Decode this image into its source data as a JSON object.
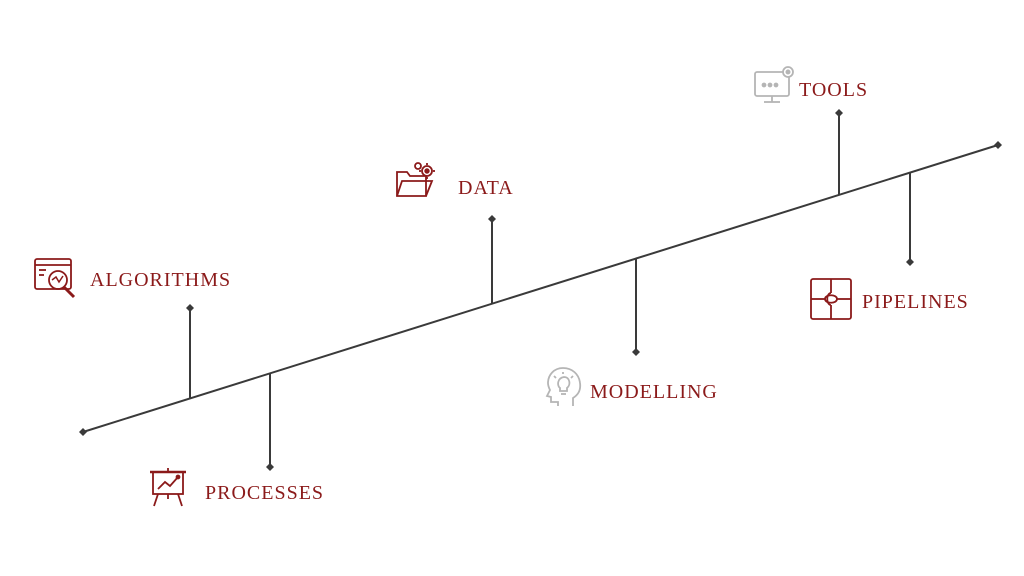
{
  "colors": {
    "accent": "#8b1a1a",
    "line": "#3a3a3a",
    "icon_gray": "#b5b5b5"
  },
  "items": [
    {
      "label": "ALGORITHMS",
      "icon": "magnifier-chart-icon",
      "side": "above"
    },
    {
      "label": "PROCESSES",
      "icon": "presentation-board-icon",
      "side": "below"
    },
    {
      "label": "DATA",
      "icon": "folder-gear-icon",
      "side": "above"
    },
    {
      "label": "MODELLING",
      "icon": "head-lightbulb-icon",
      "side": "below"
    },
    {
      "label": "TOOLS",
      "icon": "monitor-settings-icon",
      "side": "above"
    },
    {
      "label": "PIPELINES",
      "icon": "puzzle-icon",
      "side": "below"
    }
  ]
}
